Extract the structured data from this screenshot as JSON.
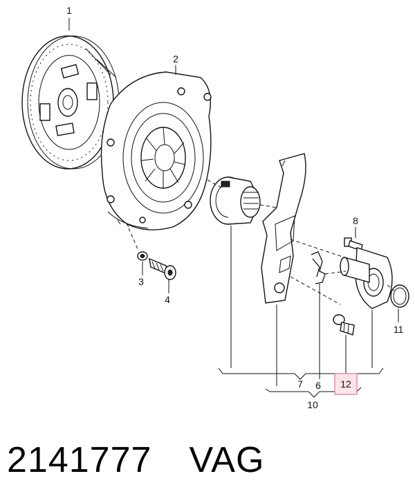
{
  "callouts": {
    "c1": "1",
    "c2": "2",
    "c3": "3",
    "c4": "4",
    "c6": "6",
    "c7": "7",
    "c8": "8",
    "c10": "10",
    "c11": "11",
    "c12": "12"
  },
  "caption": {
    "part_number": "2141777",
    "brand": "VAG"
  },
  "highlight_color": "#e8879a"
}
